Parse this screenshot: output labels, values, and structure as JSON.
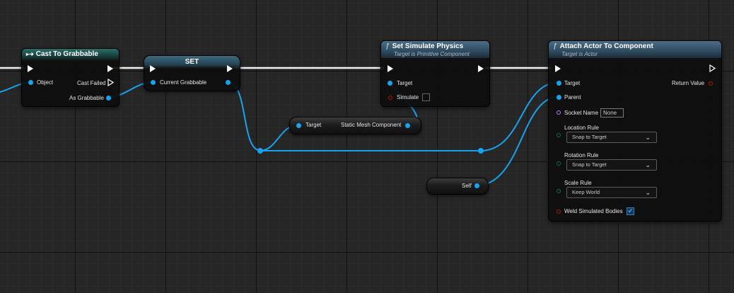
{
  "nodes": {
    "cast": {
      "title": "Cast To Grabbable",
      "object_label": "Object",
      "cast_failed_label": "Cast Failed",
      "as_grabbable_label": "As Grabbable"
    },
    "set_var": {
      "title": "SET",
      "current_grabbable_label": "Current Grabbable"
    },
    "set_sim": {
      "title": "Set Simulate Physics",
      "subtitle": "Target is Primitive Component",
      "target_label": "Target",
      "simulate_label": "Simulate"
    },
    "getter": {
      "target_label": "Target",
      "output_label": "Static Mesh Component"
    },
    "self_node": {
      "label": "Self"
    },
    "attach": {
      "title": "Attach Actor To Component",
      "subtitle": "Target is Actor",
      "target_label": "Target",
      "return_label": "Return Value",
      "parent_label": "Parent",
      "socket_label": "Socket Name",
      "socket_value": "None",
      "location_rule_label": "Location Rule",
      "location_rule_value": "Snap to Target",
      "rotation_rule_label": "Rotation Rule",
      "rotation_rule_value": "Snap to Target",
      "scale_rule_label": "Scale Rule",
      "scale_rule_value": "Keep World",
      "weld_label": "Weld Simulated Bodies",
      "weld_checked": true
    }
  },
  "colors": {
    "object_pin": "#16a3ef",
    "bool_pin": "#b3140f",
    "name_pin": "#c380f7",
    "enum_pin": "#0e6d5a",
    "exec": "#ffffff"
  }
}
